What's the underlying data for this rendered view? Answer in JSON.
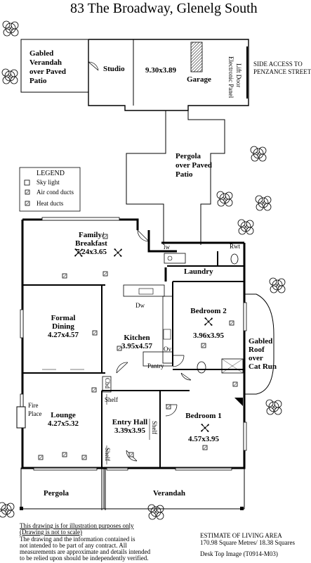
{
  "title": "83 The Broadway,  Glenelg South",
  "legend": {
    "heading": "LEGEND",
    "items": [
      "Sky light",
      "Air cond ducts",
      "Heat ducts"
    ]
  },
  "rooms": {
    "gabled_verandah": [
      "Gabled",
      "Verandah",
      "over Paved",
      "Patio"
    ],
    "studio": "Studio",
    "garage_dims": "9.30x3.89",
    "garage": "Garage",
    "garage_door": [
      "Electronic Panel",
      "Lift Door"
    ],
    "side_access": [
      "SIDE ACCESS TO",
      "PENZANCE STREET"
    ],
    "pergola_patio": [
      "Pergola",
      "over Paved",
      "Patio"
    ],
    "family": [
      "Family/",
      "Breakfast",
      "7.24x3.65"
    ],
    "lw": "lw",
    "rwt": "Rwt",
    "laundry": "Laundry",
    "formal_dining": [
      "Formal",
      "Dining",
      "4.27x4.57"
    ],
    "dw": "Dw",
    "kitchen": [
      "Kitchen",
      "3.95x4.57"
    ],
    "ov": "Ov",
    "pantry": "Pantry",
    "bedroom2": [
      "Bedroom 2",
      "3.96x3.95"
    ],
    "gabled_roof": [
      "Gabled",
      "Roof",
      "over",
      "Cat Run"
    ],
    "cbd": "Cbd",
    "shelf": "Shelf",
    "fireplace": [
      "Fire",
      "Place"
    ],
    "lounge": [
      "Lounge",
      "4.27x5.32"
    ],
    "entry_hall": [
      "Entry Hall",
      "3.39x3.95"
    ],
    "bedroom1": [
      "Bedroom 1",
      "4.57x3.95"
    ],
    "pergola": "Pergola",
    "verandah": "Verandah"
  },
  "disclaimer": [
    "This drawing is for illustration purposes only",
    "(Drawing is not to scale)",
    "The drawing and the information contained is",
    "not intended to be part of any contract.  All",
    "measurements are approximate and details intended",
    "to be relied upon should be independently verified."
  ],
  "estimate": {
    "heading": "ESTIMATE OF LIVING AREA",
    "value": "170.98 Square Metres/ 18.38 Squares"
  },
  "image_ref": "Desk Top Image  (T0914-M03)"
}
